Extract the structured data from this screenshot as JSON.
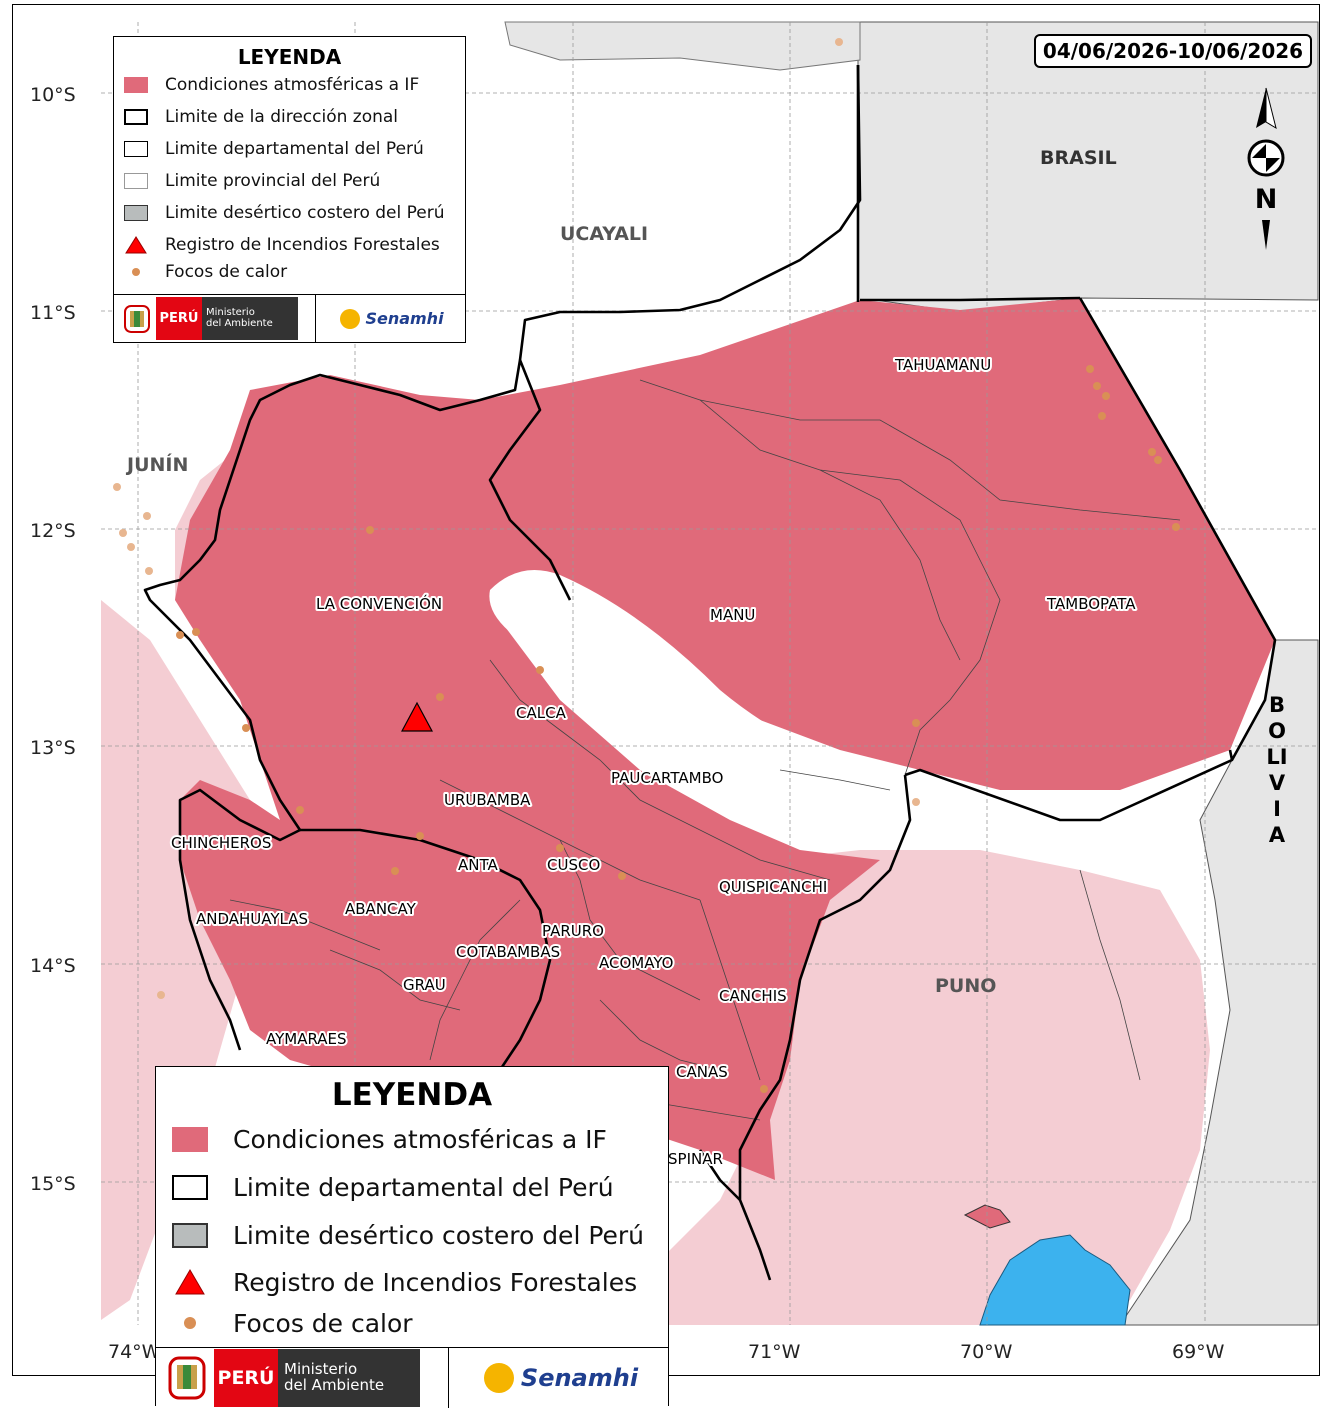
{
  "date_range": "04/06/2026-10/06/2026",
  "colors": {
    "if_conditions": "#e06a7a",
    "if_conditions_light": "#f4cdd3",
    "lake": "#3cb2ee",
    "neighbor_country": "#e6e6e6",
    "fire_marker": "#ff0000",
    "hotspot": "#d98f55"
  },
  "axes": {
    "lat_labels": [
      "10°S",
      "11°S",
      "12°S",
      "13°S",
      "14°S",
      "15°S"
    ],
    "lon_labels": [
      "74°W",
      "71°W",
      "70°W",
      "69°W"
    ]
  },
  "countries": {
    "brasil": "BRASIL",
    "bolivia": "BOLIVIA"
  },
  "departments": {
    "ucayali": "UCAYALI",
    "junin": "JUNÍN",
    "puno": "PUNO"
  },
  "provinces": {
    "tahuamanu": "TAHUAMANU",
    "la_convencion": "LA CONVENCIÓN",
    "manu": "MANU",
    "tambopata": "TAMBOPATA",
    "calca": "CALCA",
    "paucartambo": "PAUCARTAMBO",
    "urubamba": "URUBAMBA",
    "chincheros": "CHINCHEROS",
    "anta": "ANTA",
    "cusco": "CUSCO",
    "quispicanchi": "QUISPICANCHI",
    "abancay": "ABANCAY",
    "andahuaylas": "ANDAHUAYLAS",
    "paruro": "PARURO",
    "cotabambas": "COTABAMBAS",
    "acomayo": "ACOMAYO",
    "grau": "GRAU",
    "canchis": "CANCHIS",
    "aymaraes": "AYMARAES",
    "canas": "CANAS",
    "espinar": "SPINAR"
  },
  "north_arrow": {
    "letter": "N"
  },
  "legend_top": {
    "title": "LEYENDA",
    "items": [
      {
        "label": "Condiciones atmosféricas a IF"
      },
      {
        "label": "Limite de la dirección zonal"
      },
      {
        "label": "Limite departamental del Perú"
      },
      {
        "label": "Limite provincial del Perú"
      },
      {
        "label": "Limite desértico costero del Perú"
      },
      {
        "label": "Registro de Incendios Forestales"
      },
      {
        "label": "Focos de calor"
      }
    ]
  },
  "legend_bottom": {
    "title": "LEYENDA",
    "items": [
      {
        "label": "Condiciones atmosféricas a IF"
      },
      {
        "label": "Limite departamental del Perú"
      },
      {
        "label": "Limite desértico costero del Perú"
      },
      {
        "label": "Registro de Incendios Forestales"
      },
      {
        "label": "Focos de calor"
      }
    ]
  },
  "logos": {
    "peru": "PERÚ",
    "ministerio_line1": "Ministerio",
    "ministerio_line2": "del Ambiente",
    "senamhi": "Senamhi"
  }
}
